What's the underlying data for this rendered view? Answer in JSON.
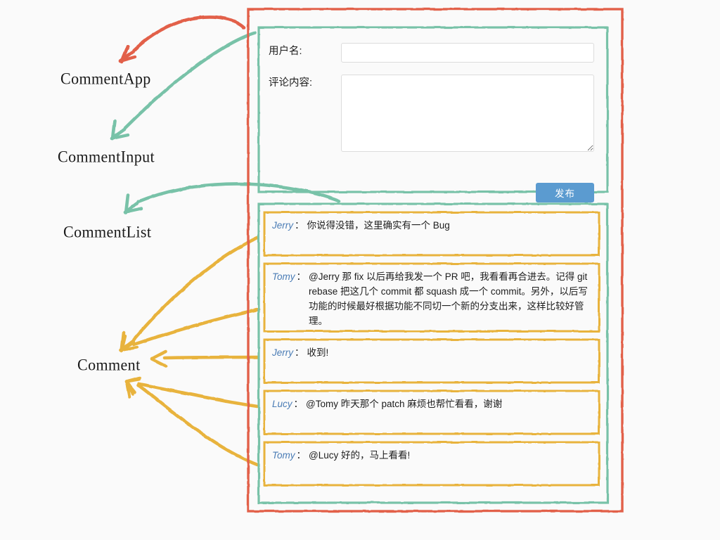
{
  "annotations": {
    "labels": [
      {
        "id": "commentapp",
        "text": "CommentApp"
      },
      {
        "id": "commentinput",
        "text": "CommentInput"
      },
      {
        "id": "commentlist",
        "text": "CommentList"
      },
      {
        "id": "comment",
        "text": "Comment"
      }
    ]
  },
  "colors": {
    "outer_frame": "#e2604a",
    "region_frame": "#78c2a8",
    "comment_frame": "#e8b33e",
    "author_text": "#4a7cb5",
    "button": "#5b9bd0",
    "background": "#fafafa"
  },
  "form": {
    "username_label": "用户名:",
    "username_value": "",
    "username_placeholder": "",
    "content_label": "评论内容:",
    "content_value": "",
    "content_placeholder": "",
    "submit_label": "发布"
  },
  "comments": [
    {
      "author": "Jerry",
      "separator": "：",
      "text": "你说得没错，这里确实有一个 Bug"
    },
    {
      "author": "Tomy",
      "separator": "：",
      "text": "@Jerry 那 fix 以后再给我发一个 PR 吧，我看看再合进去。记得 git rebase 把这几个 commit 都 squash 成一个 commit。另外，以后写功能的时候最好根据功能不同切一个新的分支出来，这样比较好管理。"
    },
    {
      "author": "Jerry",
      "separator": "：",
      "text": "收到!"
    },
    {
      "author": "Lucy",
      "separator": "：",
      "text": "@Tomy 昨天那个 patch 麻烦也帮忙看看，谢谢"
    },
    {
      "author": "Tomy",
      "separator": "：",
      "text": "@Lucy 好的，马上看看!"
    }
  ]
}
